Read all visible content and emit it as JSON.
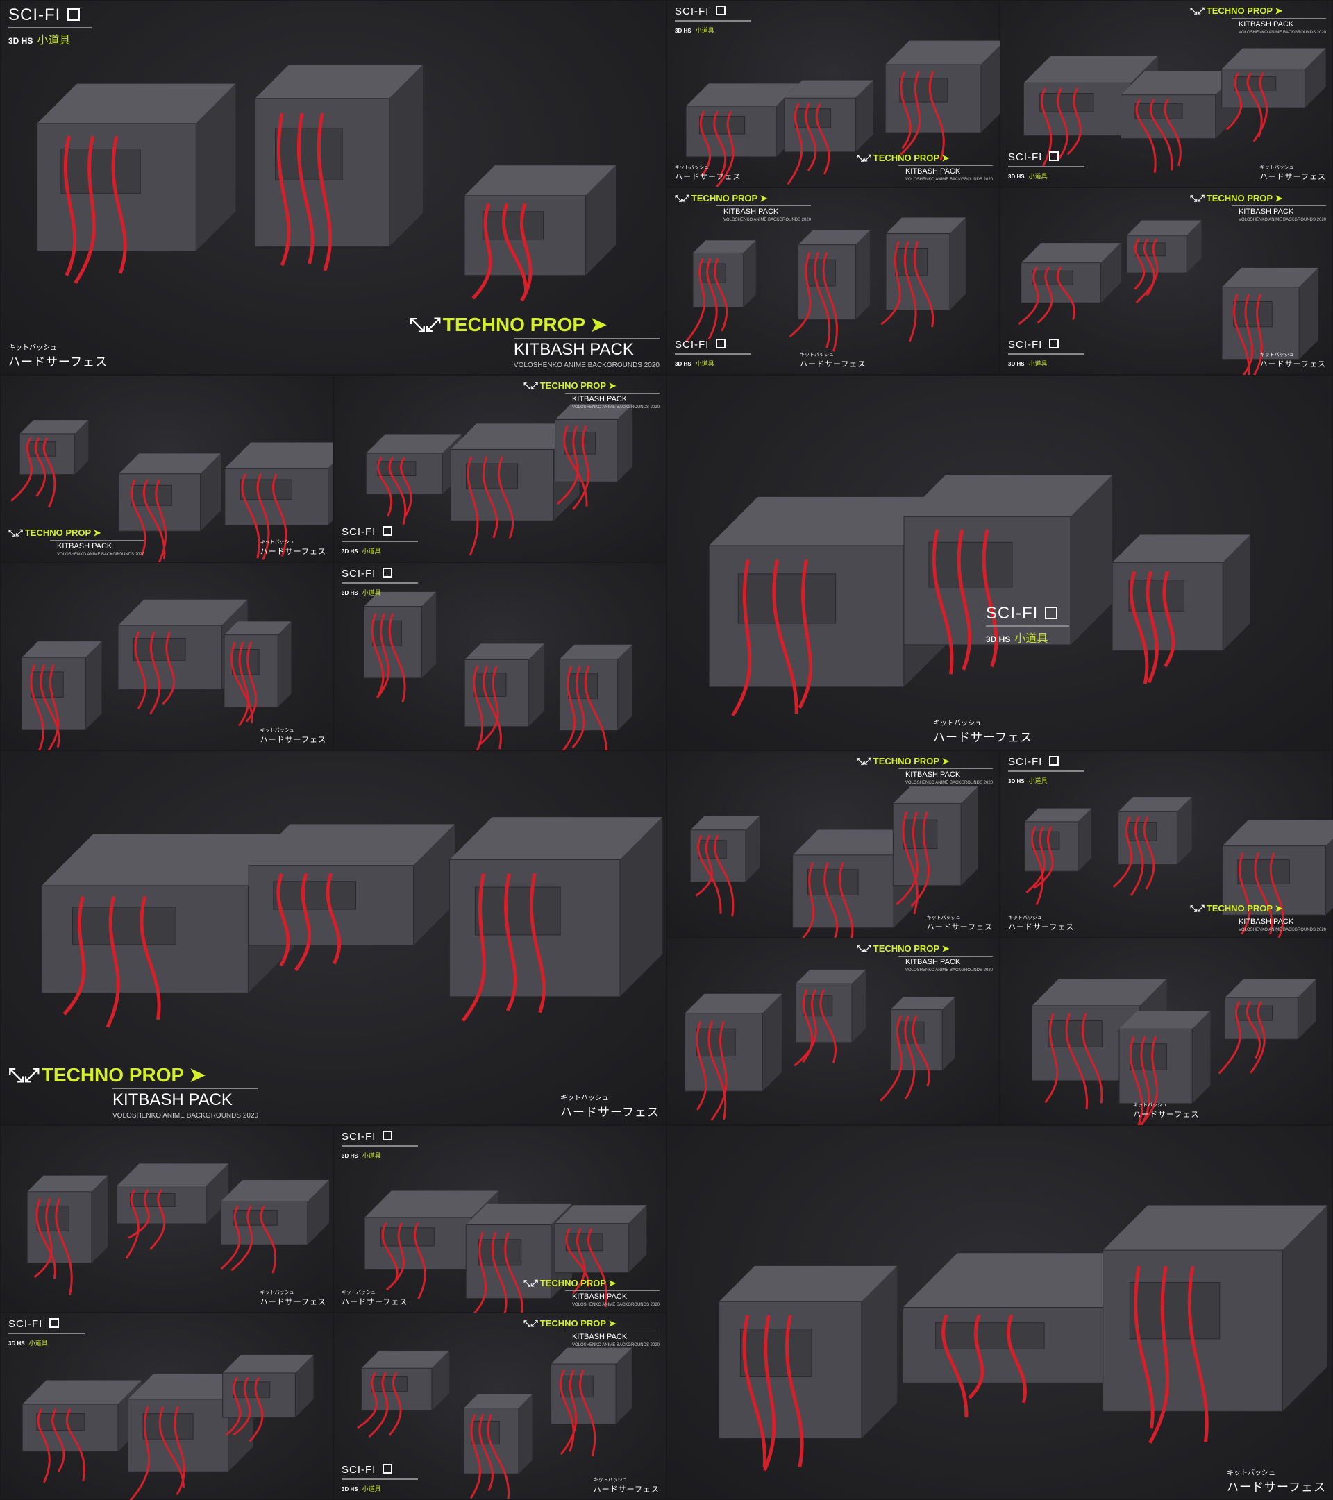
{
  "scifi": {
    "title": "SCI-FI",
    "sub": "3D HS",
    "jp": "小道具"
  },
  "techno": {
    "title": "TECHNO PROP ➤",
    "sub": "KITBASH PACK",
    "author": "VOLOSHENKO",
    "author_sub": "ANIME BACKGROUNDS",
    "year": "2020"
  },
  "caption": {
    "small": "キットバッシュ",
    "large": "ハードサーフェス"
  },
  "colors": {
    "background": "#232326",
    "model_gray": "#4a4a50",
    "cable_red": "#d4202a",
    "accent_lime": "#d4f02a"
  },
  "panels": [
    {
      "cell": [
        0,
        0,
        2,
        2
      ],
      "big": true,
      "scifi": "top-left",
      "techno": "bottom-right",
      "caption": "bottom-left"
    },
    {
      "cell": [
        2,
        0,
        1,
        1
      ],
      "scifi": "top-left",
      "techno": "bottom-right",
      "caption": "bottom-left"
    },
    {
      "cell": [
        3,
        0,
        1,
        1
      ],
      "techno": "top-right",
      "scifi": "bottom-left",
      "caption": "bottom-right"
    },
    {
      "cell": [
        2,
        1,
        1,
        1
      ],
      "techno": "top-left",
      "scifi": "bottom-left",
      "caption": "bottom-center"
    },
    {
      "cell": [
        3,
        1,
        1,
        1
      ],
      "techno": "top-right",
      "scifi": "bottom-left",
      "caption": "bottom-right"
    },
    {
      "cell": [
        0,
        2,
        1,
        1
      ],
      "techno": "bottom-left",
      "caption": "bottom-right"
    },
    {
      "cell": [
        1,
        2,
        1,
        1
      ],
      "techno": "top-right",
      "scifi": "bottom-left"
    },
    {
      "cell": [
        0,
        3,
        1,
        1
      ],
      "caption": "bottom-right"
    },
    {
      "cell": [
        1,
        3,
        1,
        1
      ],
      "scifi": "top-left"
    },
    {
      "cell": [
        2,
        2,
        2,
        2
      ],
      "big": true,
      "scifi": "mid-right",
      "caption": "bottom-center"
    },
    {
      "cell": [
        0,
        4,
        2,
        2
      ],
      "big": true,
      "techno": "bottom-left",
      "caption": "bottom-right"
    },
    {
      "cell": [
        2,
        4,
        1,
        1
      ],
      "techno": "top-right",
      "caption": "bottom-right"
    },
    {
      "cell": [
        3,
        4,
        1,
        1
      ],
      "scifi": "top-left",
      "techno": "bottom-right",
      "caption": "bottom-left"
    },
    {
      "cell": [
        2,
        5,
        1,
        1
      ],
      "techno": "top-right"
    },
    {
      "cell": [
        3,
        5,
        1,
        1
      ],
      "caption": "bottom-center"
    },
    {
      "cell": [
        0,
        6,
        1,
        1
      ],
      "caption": "bottom-right"
    },
    {
      "cell": [
        1,
        6,
        1,
        1
      ],
      "scifi": "top-left",
      "techno": "bottom-right",
      "caption": "bottom-left"
    },
    {
      "cell": [
        0,
        7,
        1,
        1
      ],
      "scifi": "top-left"
    },
    {
      "cell": [
        1,
        7,
        1,
        1
      ],
      "techno": "top-right",
      "scifi": "bottom-left",
      "caption": "bottom-right"
    },
    {
      "cell": [
        2,
        6,
        2,
        2
      ],
      "big": true,
      "caption": "bottom-right"
    }
  ]
}
